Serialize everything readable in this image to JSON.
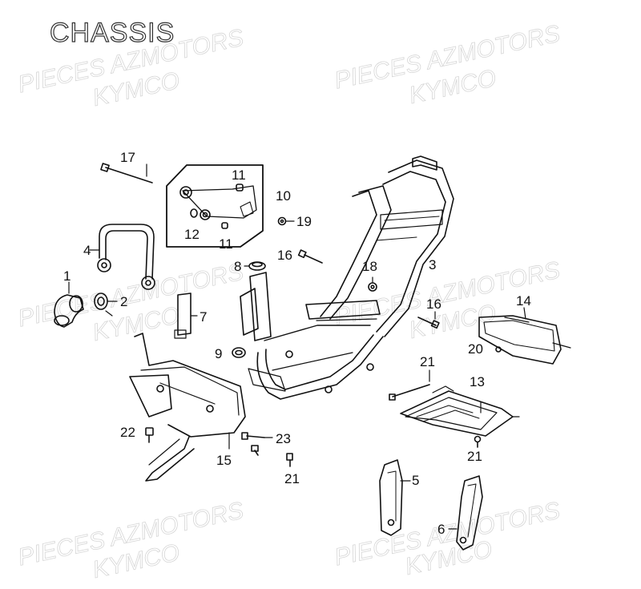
{
  "title": "CHASSIS",
  "watermarks": {
    "pieces": "PIECES AZMOTORS",
    "brand": "KYMCO"
  },
  "callouts": [
    {
      "id": "c17",
      "label": "17"
    },
    {
      "id": "c11a",
      "label": "11"
    },
    {
      "id": "c10",
      "label": "10"
    },
    {
      "id": "c12",
      "label": "12"
    },
    {
      "id": "c11b",
      "label": "11"
    },
    {
      "id": "c19",
      "label": "19"
    },
    {
      "id": "c4",
      "label": "4"
    },
    {
      "id": "c8",
      "label": "8"
    },
    {
      "id": "c16a",
      "label": "16"
    },
    {
      "id": "c18",
      "label": "18"
    },
    {
      "id": "c3",
      "label": "3"
    },
    {
      "id": "c1",
      "label": "1"
    },
    {
      "id": "c2",
      "label": "2"
    },
    {
      "id": "c7",
      "label": "7"
    },
    {
      "id": "c14",
      "label": "14"
    },
    {
      "id": "c16b",
      "label": "16"
    },
    {
      "id": "c20",
      "label": "20"
    },
    {
      "id": "c9",
      "label": "9"
    },
    {
      "id": "c21a",
      "label": "21"
    },
    {
      "id": "c13",
      "label": "13"
    },
    {
      "id": "c22",
      "label": "22"
    },
    {
      "id": "c23",
      "label": "23"
    },
    {
      "id": "c15",
      "label": "15"
    },
    {
      "id": "c21b",
      "label": "21"
    },
    {
      "id": "c21c",
      "label": "21"
    },
    {
      "id": "c5",
      "label": "5"
    },
    {
      "id": "c6",
      "label": "6"
    }
  ]
}
